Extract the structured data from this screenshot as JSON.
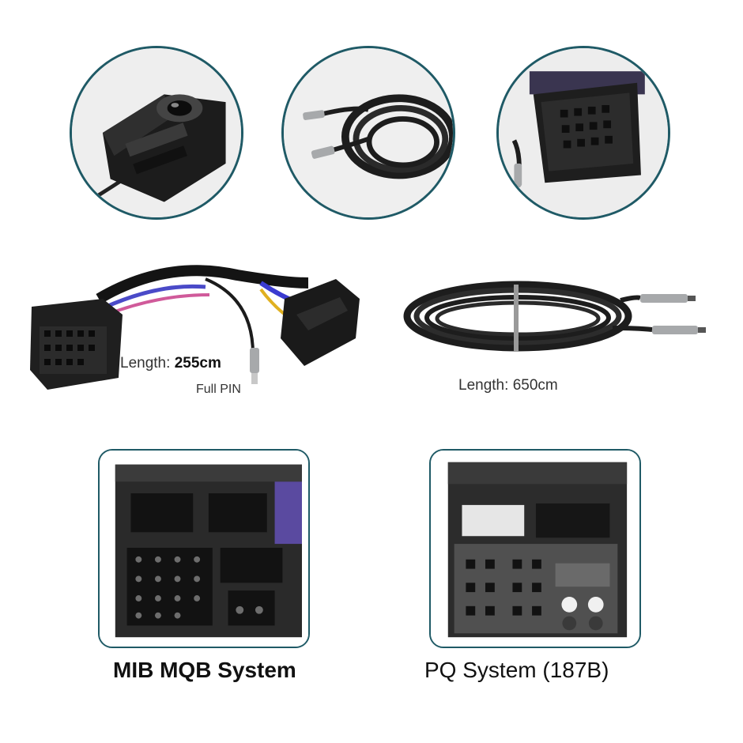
{
  "top_photos": [
    {
      "name": "reverse-camera"
    },
    {
      "name": "coiled-extension-cable"
    },
    {
      "name": "quadlock-connector"
    }
  ],
  "harness": {
    "length_label": "Length:",
    "length_value": "255cm",
    "pin_label": "Full PIN"
  },
  "extension_cable": {
    "length_label": "Length:",
    "length_value": "650cm"
  },
  "connectors": [
    {
      "caption": "MIB MQB System"
    },
    {
      "caption": "PQ System (187B)"
    }
  ],
  "colors": {
    "accent_border": "#1f5a66",
    "plastic_black": "#1e1e1e",
    "background": "#ffffff"
  }
}
